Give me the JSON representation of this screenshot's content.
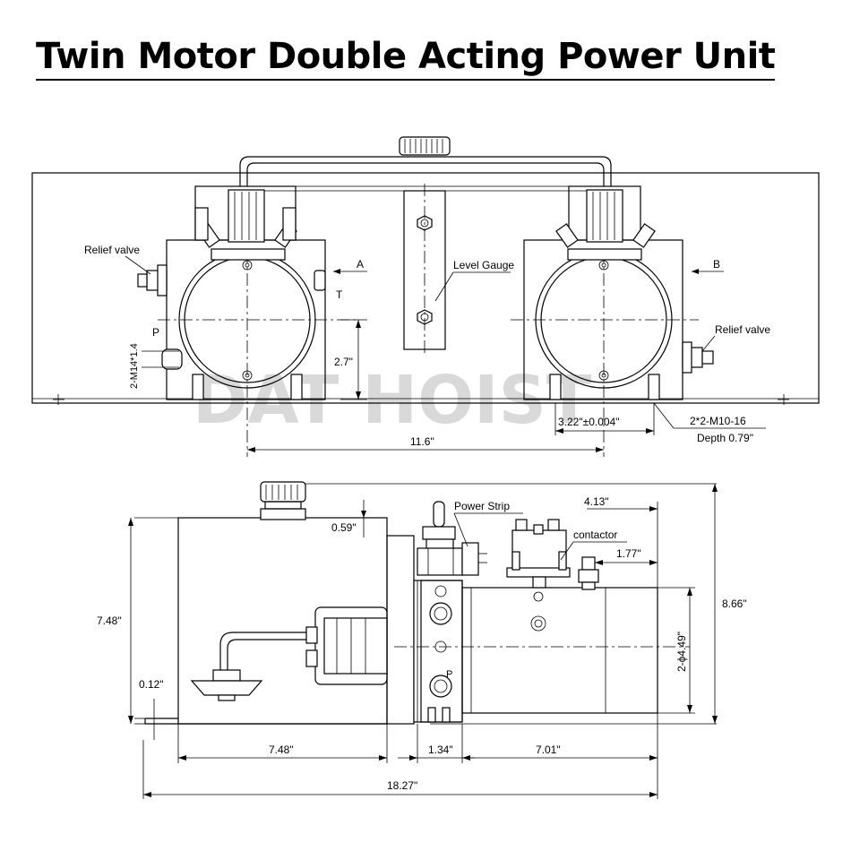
{
  "title": "Twin Motor Double Acting Power Unit",
  "watermark": "DAT HOIST",
  "top_view": {
    "relief_valve_left": "Relief valve",
    "relief_valve_right": "Relief valve",
    "port_a": "A",
    "port_b": "B",
    "port_t": "T",
    "port_p": "P",
    "level_gauge": "Level Gauge",
    "thread_left": "2-M14*1.4",
    "dim_height": "2.7\"",
    "dim_motor_spacing": "11.6\"",
    "dim_bolt": "3.22\"±0.004\"",
    "thread_bolts": "2*2-M10-16",
    "depth": "Depth 0.79\""
  },
  "side_view": {
    "power_strip": "Power Strip",
    "contactor": "contactor",
    "port_p": "P",
    "dim_top_offset": "0.59\"",
    "dim_tank_height": "7.48\"",
    "dim_base": "0.12\"",
    "dim_tank_length": "7.48\"",
    "dim_manifold": "1.34\"",
    "dim_motor_length": "7.01\"",
    "dim_total_length": "18.27\"",
    "dim_total_height": "8.66\"",
    "dim_contactor": "4.13\"",
    "dim_terminal": "1.77\"",
    "dim_motor_dia": "2-ϕ4.49\""
  }
}
